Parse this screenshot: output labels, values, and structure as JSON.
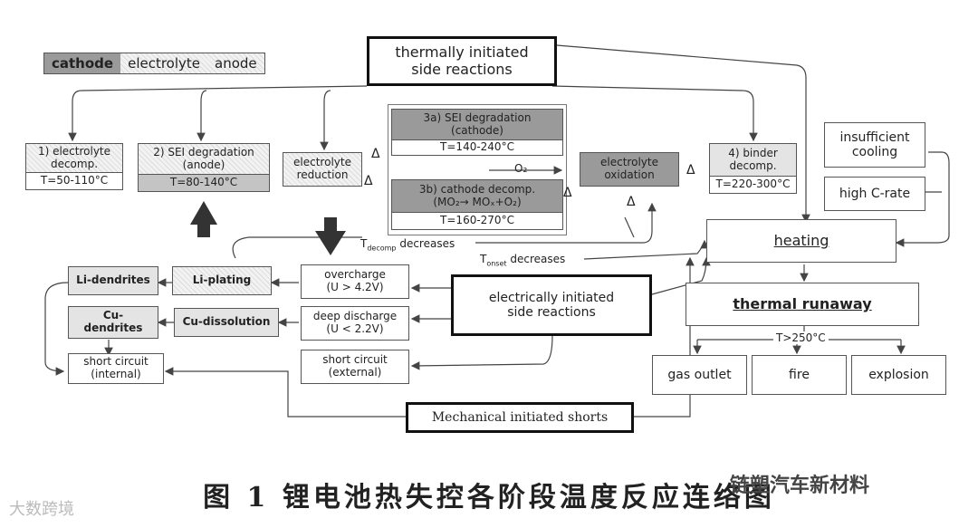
{
  "legend": {
    "cathode": "cathode",
    "electrolyte": "electrolyte",
    "anode": "anode"
  },
  "thermal_header": "thermally initiated\nside reactions",
  "boxes": {
    "electrolyte_decomp": {
      "title": "1) electrolyte\ndecomp.",
      "temp": "T=50-110°C"
    },
    "sei_anode": {
      "title": "2) SEI degradation\n(anode)",
      "temp": "T=80-140°C"
    },
    "electrolyte_reduction": "electrolyte\nreduction",
    "sei_cathode": {
      "title": "3a) SEI degradation\n(cathode)",
      "temp": "T=140-240°C"
    },
    "cathode_decomp": {
      "title": "3b) cathode decomp.\n(MO₂→ MOₓ+O₂)",
      "temp": "T=160-270°C"
    },
    "electrolyte_oxidation": "electrolyte\noxidation",
    "binder_decomp": {
      "title": "4) binder\ndecomp.",
      "temp": "T=220-300°C"
    },
    "insufficient_cooling": "insufficient\ncooling",
    "high_c_rate": "high C-rate",
    "heating": "heating",
    "thermal_runaway": "thermal runaway",
    "gas_outlet": "gas outlet",
    "fire": "fire",
    "explosion": "explosion",
    "li_dendrites": "Li-dendrites",
    "li_plating": "Li-plating",
    "overcharge": "overcharge\n(U > 4.2V)",
    "cu_dendrites": "Cu-\ndendrites",
    "cu_dissolution": "Cu-dissolution",
    "deep_discharge": "deep discharge\n(U < 2.2V)",
    "short_internal": "short circuit\n(internal)",
    "short_external": "short circuit\n(external)",
    "electrical_header": "electrically initiated\nside reactions",
    "mechanical_header": "Mechanical initiated shorts"
  },
  "labels": {
    "o2": "O₂",
    "t_decomp": "T",
    "t_decomp_sub": "decomp",
    "t_decomp_rest": " decreases",
    "t_onset": "T",
    "t_onset_sub": "onset",
    "t_onset_rest": " decreases",
    "t_gt_250": "T>250°C",
    "delta": "Δ"
  },
  "caption": "图 1   锂电池热失控各阶段温度反应连络图",
  "watermark_left": "大数跨境",
  "watermark_right": "链塑汽车新材料"
}
